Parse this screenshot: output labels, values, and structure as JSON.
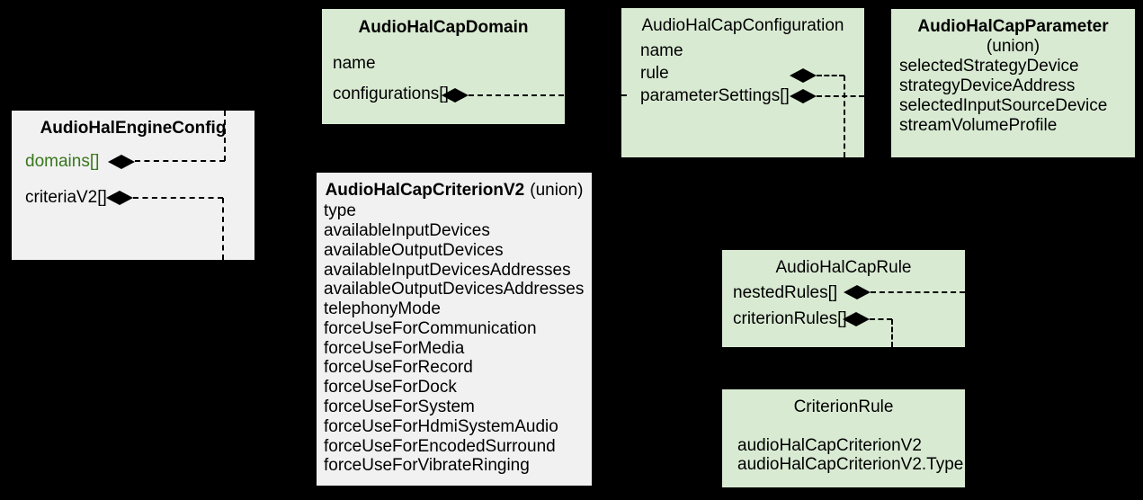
{
  "diagram": {
    "colors": {
      "background": "#000000",
      "green_box": "#d9ead3",
      "gray_box": "#f1f1f1",
      "green_field_text": "#38761d",
      "connector_line": "#000000"
    },
    "boxes": [
      {
        "id": "audio-hal-engine-config",
        "title": "AudioHalEngineConfig",
        "fields": [
          {
            "label": "domains[]"
          },
          {
            "label": "criteriaV2[]"
          }
        ]
      },
      {
        "id": "audio-hal-cap-domain",
        "title": "AudioHalCapDomain",
        "fields": [
          {
            "label": "name"
          },
          {
            "label": "configurations[]"
          }
        ]
      },
      {
        "id": "audio-hal-cap-configuration",
        "title": "AudioHalCapConfiguration",
        "fields": [
          {
            "label": "name"
          },
          {
            "label": "rule"
          },
          {
            "label": "parameterSettings[]"
          }
        ]
      },
      {
        "id": "audio-hal-cap-parameter",
        "title": "AudioHalCapParameter",
        "subtitle": "(union)",
        "fields": [
          {
            "label": "selectedStrategyDevice"
          },
          {
            "label": "strategyDeviceAddress"
          },
          {
            "label": "selectedInputSourceDevice"
          },
          {
            "label": "streamVolumeProfile"
          }
        ]
      },
      {
        "id": "audio-hal-cap-criterion-v2",
        "title": "AudioHalCapCriterionV2",
        "title_suffix": "(union)",
        "fields": [
          {
            "label": "type"
          },
          {
            "label": "availableInputDevices"
          },
          {
            "label": "availableOutputDevices"
          },
          {
            "label": "availableInputDevicesAddresses"
          },
          {
            "label": "availableOutputDevicesAddresses"
          },
          {
            "label": "telephonyMode"
          },
          {
            "label": "forceUseForCommunication"
          },
          {
            "label": "forceUseForMedia"
          },
          {
            "label": "forceUseForRecord"
          },
          {
            "label": "forceUseForDock"
          },
          {
            "label": "forceUseForSystem"
          },
          {
            "label": "forceUseForHdmiSystemAudio"
          },
          {
            "label": "forceUseForEncodedSurround"
          },
          {
            "label": "forceUseForVibrateRinging"
          }
        ]
      },
      {
        "id": "audio-hal-cap-rule",
        "title": "AudioHalCapRule",
        "fields": [
          {
            "label": "nestedRules[]"
          },
          {
            "label": "criterionRules[]"
          }
        ]
      },
      {
        "id": "criterion-rule",
        "title": "CriterionRule",
        "fields": [
          {
            "label": "audioHalCapCriterionV2"
          },
          {
            "label": "audioHalCapCriterionV2.Type"
          }
        ]
      }
    ]
  }
}
